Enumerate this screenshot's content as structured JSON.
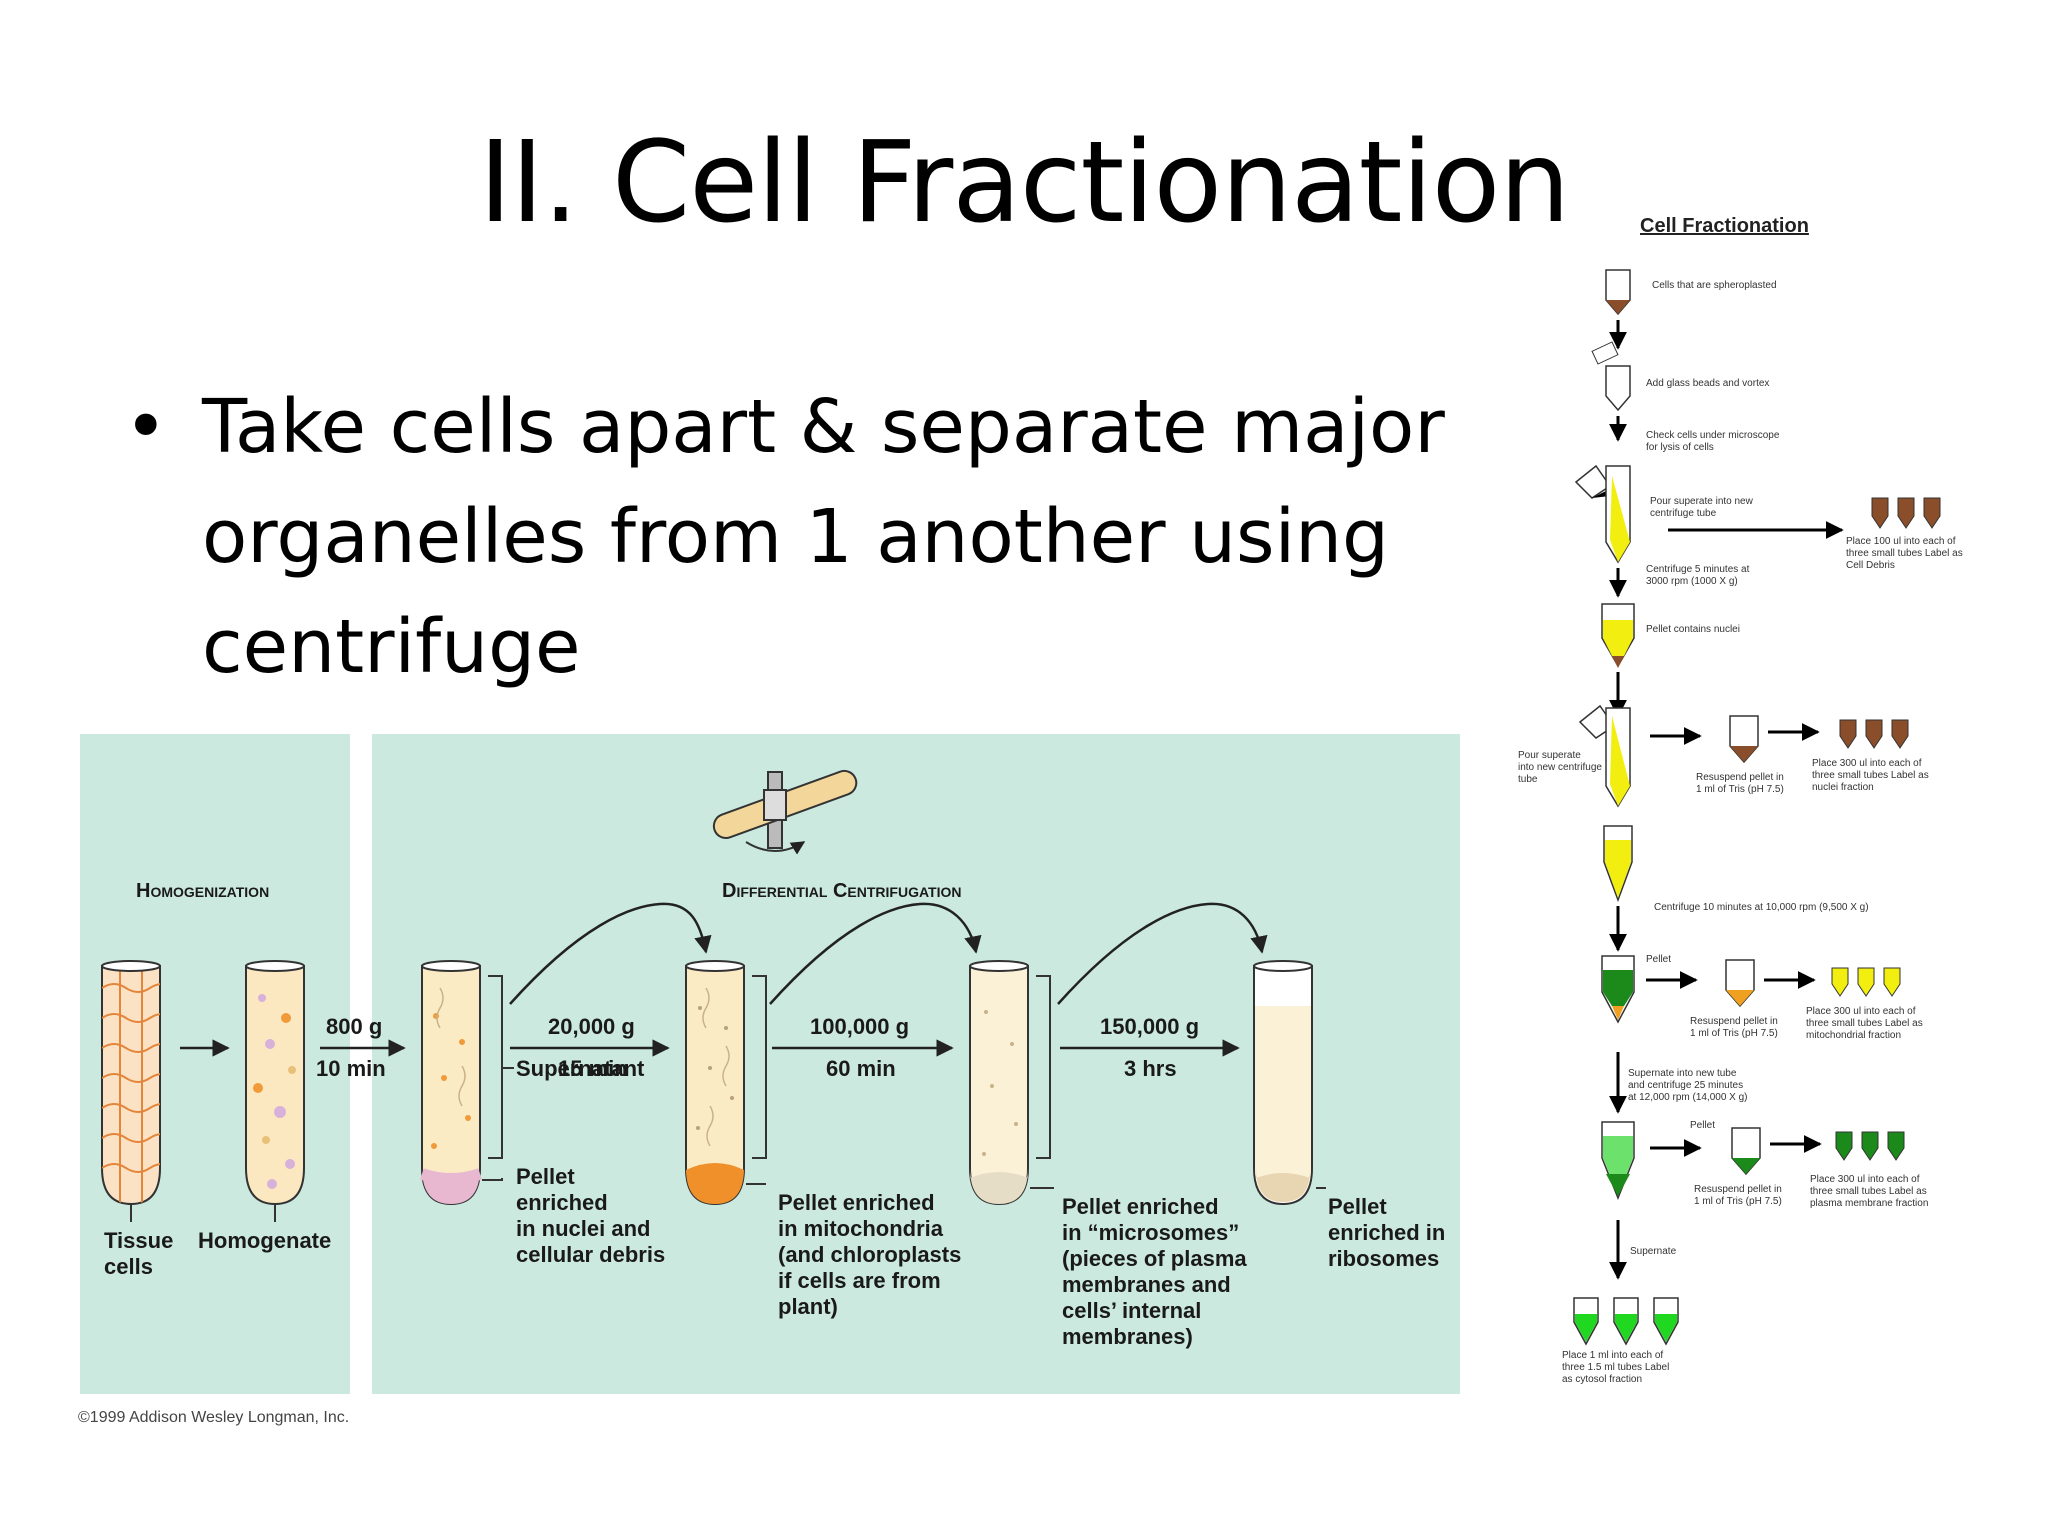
{
  "slide": {
    "title": "II. Cell Fractionation",
    "bullets": [
      "Take cells apart & separate major organelles from 1 another using centrifuge"
    ]
  },
  "figure": {
    "homogenization_header": "Homogenization",
    "centrifugation_header": "Differential Centrifugation",
    "tissue_label": [
      "Tissue",
      "cells"
    ],
    "homogenate_label": "Homogenate",
    "steps": [
      {
        "force": "800 g",
        "time": "10 min"
      },
      {
        "force": "20,000 g",
        "time": "15 min"
      },
      {
        "force": "100,000 g",
        "time": "60 min"
      },
      {
        "force": "150,000 g",
        "time": "3 hrs"
      }
    ],
    "supernatant_label": "Supernatant",
    "pellet_labels": [
      [
        "Pellet",
        "enriched",
        "in nuclei and",
        "cellular debris"
      ],
      [
        "Pellet enriched",
        "in mitochondria",
        "(and chloroplasts",
        "if cells are from",
        "plant)"
      ],
      [
        "Pellet enriched",
        "in “microsomes”",
        "(pieces of plasma",
        "membranes and",
        "cells’ internal",
        "membranes)"
      ],
      [
        "Pellet",
        "enriched in",
        "ribosomes"
      ]
    ],
    "copyright": "©1999 Addison Wesley Longman, Inc."
  },
  "flowchart": {
    "title": "Cell Fractionation",
    "steps": [
      "Cells that are spheroplasted",
      "Add glass beads and vortex",
      [
        "Check cells under microscope",
        "for lysis of cells"
      ],
      [
        "Pour superate into new",
        "centrifuge tube"
      ],
      [
        "Place 100 ul into each of",
        "three small tubes Label as",
        "Cell Debris"
      ],
      [
        "Centrifuge 5 minutes at",
        "3000 rpm (1000 X g)"
      ],
      "Pellet contains nuclei",
      [
        "Pour superate",
        "into new centrifuge",
        "tube"
      ],
      [
        "Resuspend pellet in",
        "1 ml of Tris (pH 7.5)"
      ],
      [
        "Place 300 ul into each of",
        "three small tubes Label as",
        "nuclei fraction"
      ],
      "Centrifuge 10 minutes at 10,000 rpm (9,500 X g)",
      "Pellet",
      [
        "Resuspend pellet in",
        "1 ml of Tris (pH 7.5)"
      ],
      [
        "Place 300 ul into each of",
        "three small tubes Label as",
        "mitochondrial fraction"
      ],
      [
        "Supernate into new tube",
        "and centrifuge 25 minutes",
        "at 12,000 rpm (14,000 X g)"
      ],
      "Pellet",
      [
        "Resuspend pellet in",
        "1 ml of Tris (pH 7.5)"
      ],
      [
        "Place 300 ul into each of",
        "three small tubes Label as",
        "plasma membrane fraction"
      ],
      "Supernate",
      [
        "Place 1 ml into each of",
        "three 1.5 ml tubes Label",
        "as cytosol fraction"
      ]
    ]
  },
  "colors": {
    "panel_bg": "#cbe9df",
    "tube_fill": "#fbebc4",
    "pellet_nuclei": "#e8b8d0",
    "pellet_mito": "#f0902a",
    "flow_brown": "#8a4e2a",
    "flow_yellow": "#f2ee10",
    "flow_dark_green": "#1b8a1b",
    "flow_orange": "#f0a020",
    "flow_light_green": "#6ce26c",
    "flow_bright_green": "#1fd81f"
  }
}
